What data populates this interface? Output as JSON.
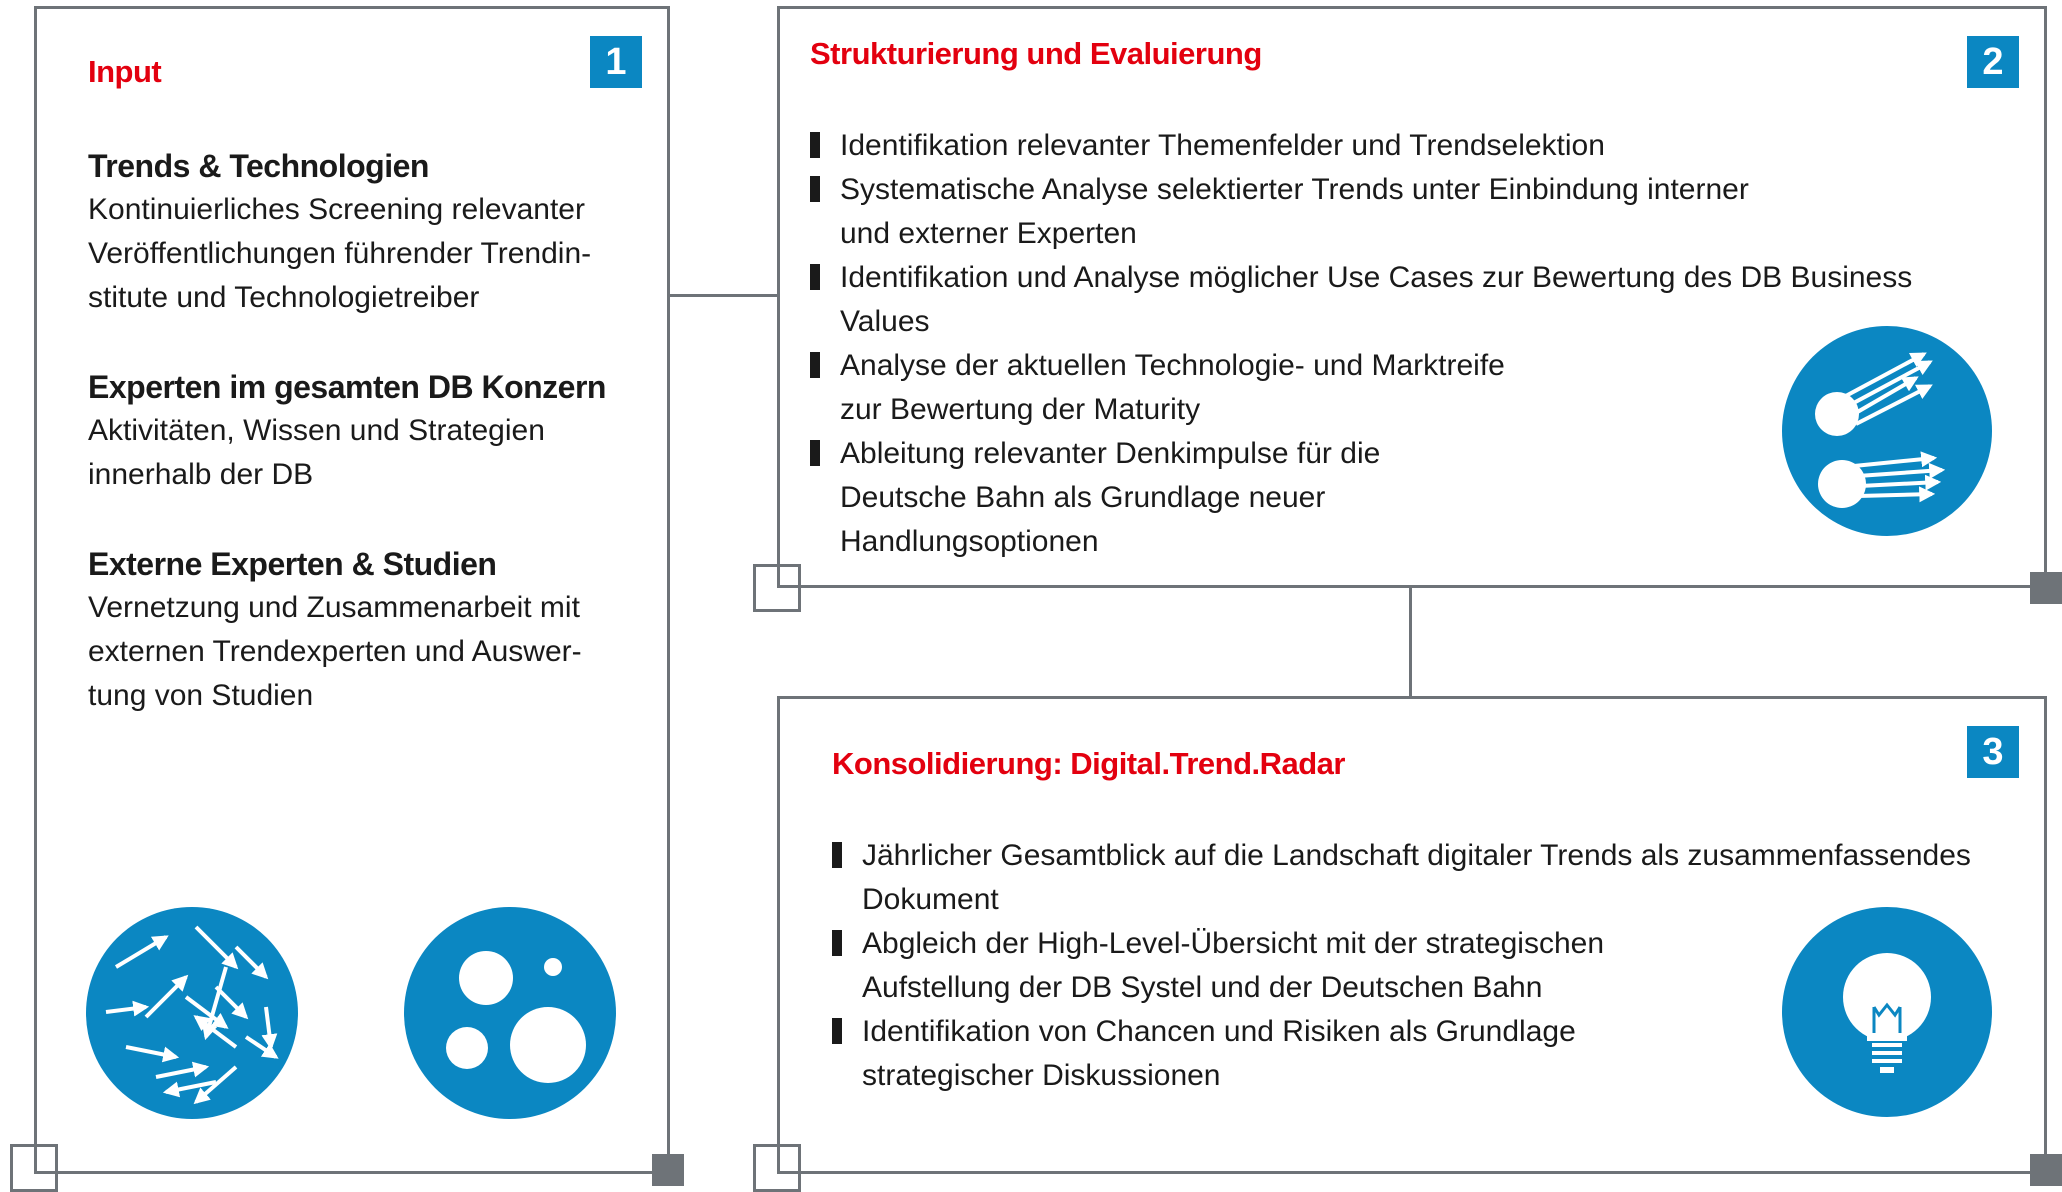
{
  "colors": {
    "accent_red": "#e3000f",
    "accent_blue": "#0b87c2",
    "frame_gray": "#6e7378",
    "text": "#1a1a1a"
  },
  "panel1": {
    "number": "1",
    "heading": "Input",
    "sections": [
      {
        "title": "Trends & Technologien",
        "text": "Kontinuierliches Screening relevanter\nVeröffentlichungen führender Trendin-\nstitute und Technologietreiber"
      },
      {
        "title": "Experten im gesamten DB Konzern",
        "text": "Aktivitäten, Wissen und Strategien\ninnerhalb der DB"
      },
      {
        "title": "Externe Experten & Studien",
        "text": "Vernetzung und Zusammenarbeit mit\nexternen Trendexperten und Auswer-\ntung von Studien"
      }
    ],
    "icons": [
      "scattered-arrows-icon",
      "bubbles-icon"
    ]
  },
  "panel2": {
    "number": "2",
    "heading": "Strukturierung und Evaluierung",
    "bullets": [
      "Identifikation relevanter Themenfelder und Trendselektion",
      "Systematische Analyse selektierter Trends unter Einbindung interner\nund externer Experten",
      "Identifikation und Analyse möglicher Use Cases zur Bewertung des DB Business Values",
      "Analyse der aktuellen Technologie- und Marktreife\nzur Bewertung der Maturity",
      "Ableitung relevanter Denkimpulse für die\nDeutsche Bahn als Grundlage neuer\nHandlungsoptionen"
    ],
    "icon": "directed-arrows-icon"
  },
  "panel3": {
    "number": "3",
    "heading": "Konsolidierung: Digital.Trend.Radar",
    "bullets": [
      "Jährlicher Gesamtblick auf die Landschaft digitaler Trends als zusammenfassendes\nDokument",
      "Abgleich der High-Level-Übersicht mit der strategischen\nAufstellung der DB Systel und der Deutschen Bahn",
      "Identifikation von Chancen und Risiken als Grundlage\nstrategischer Diskussionen"
    ],
    "icon": "lightbulb-icon"
  }
}
